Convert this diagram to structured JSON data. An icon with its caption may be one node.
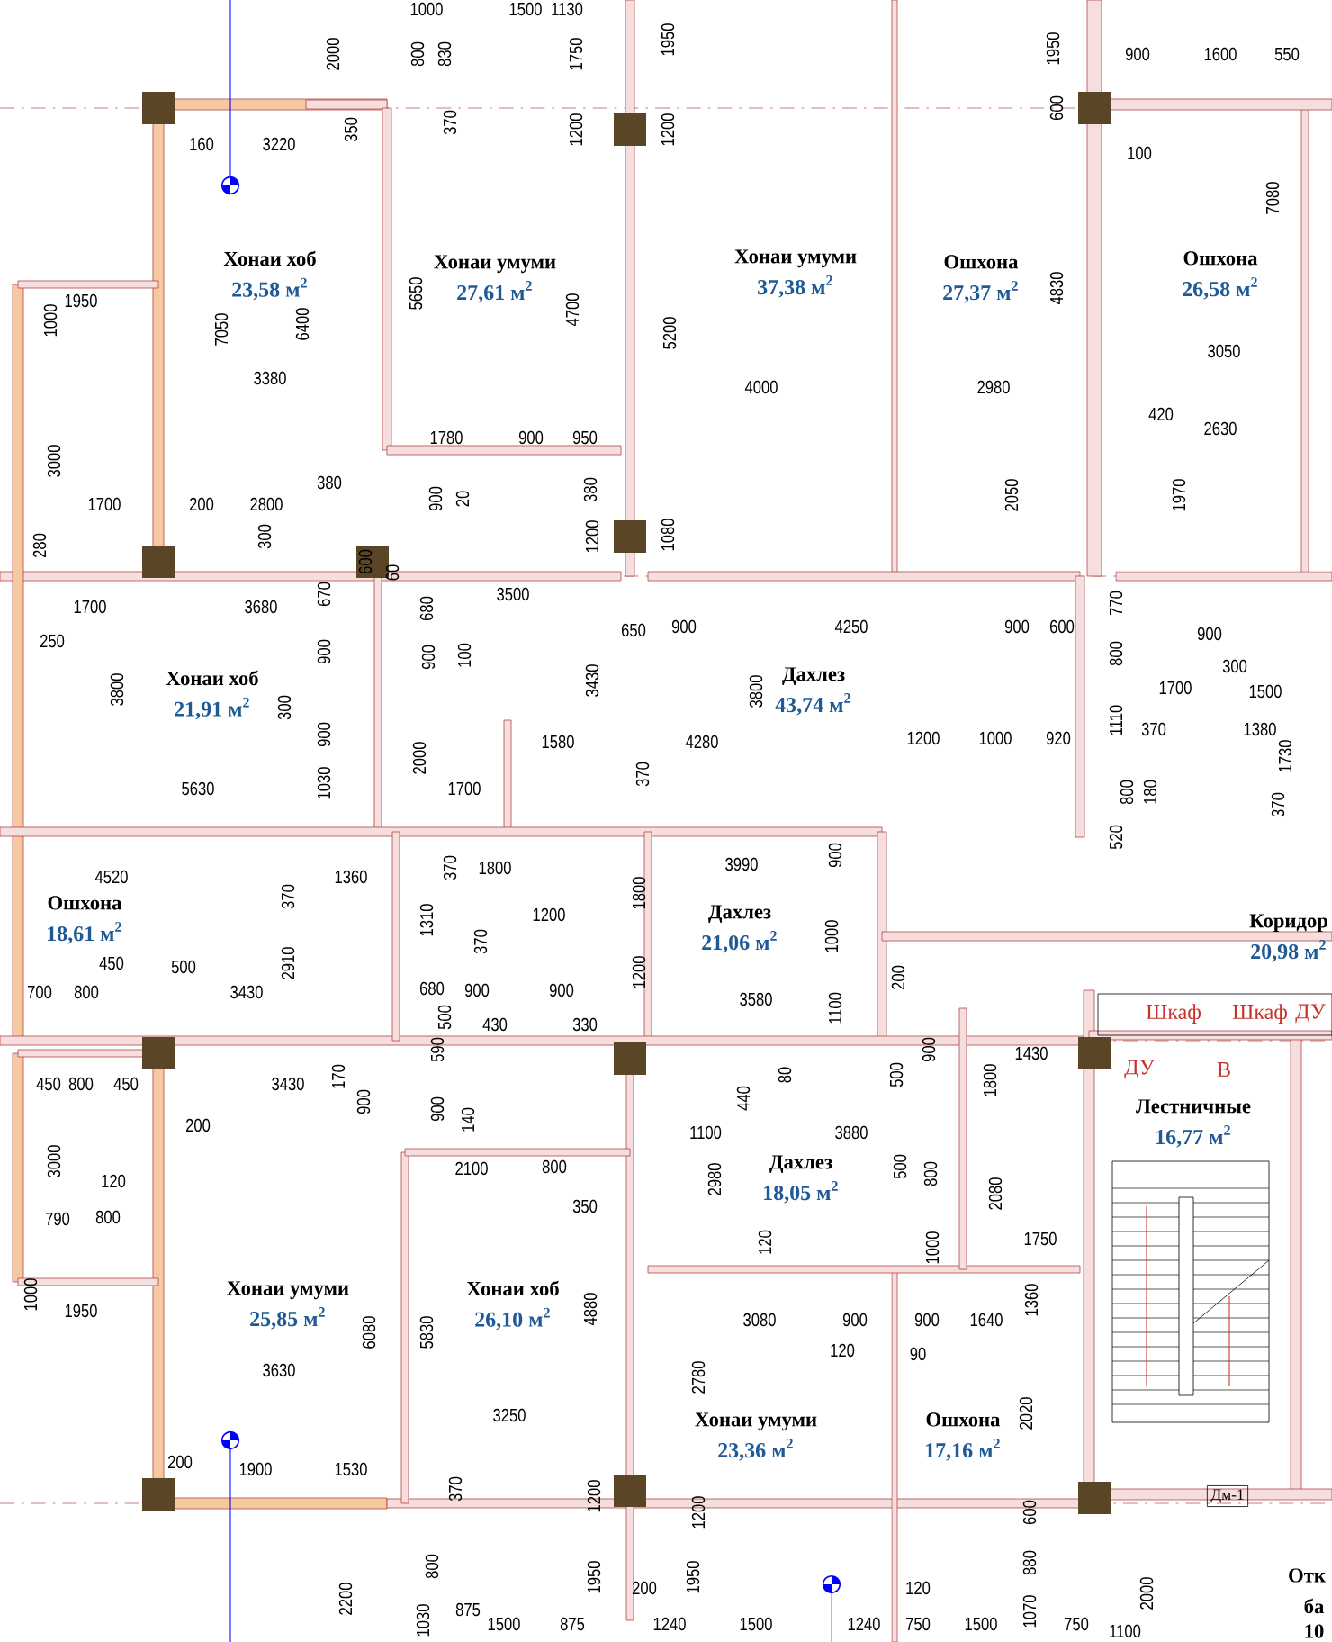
{
  "diagram": {
    "nodes": [
      {
        "text": [
          "Хонаи хоб",
          "23,58 м$^{2}$"
        ]
      },
      {
        "text": [
          "Хонаи умуми",
          "27,61 м$^{2}$"
        ]
      },
      {
        "text": [
          "Хонаи умуми",
          "37,38 м$^{2}$"
        ]
      },
      {
        "text": [
          "Ошхона",
          "27,37 м$^{2}$"
        ]
      },
      {
        "text": [
          "Ошхона",
          "26,58 м$^{2}$"
        ]
      },
      {
        "text": [
          "Хонаи хоб",
          "21,91 м$^{2}$"
        ]
      },
      {
        "text": [
          "Дахлез",
          "43,74 м$^{2}$"
        ]
      },
      {
        "text": [
          "Ошхона",
          "18,61 м$^{2}$"
        ]
      },
      {
        "text": [
          "Дахлез",
          "21,06 м$^{2}$"
        ]
      },
      {
        "text": [
          "Коридор",
          "20,98 м$^{2}$"
        ]
      },
      {
        "text": [
          "Лестничные",
          "16,77 м$^{2}$"
        ]
      },
      {
        "text": [
          "Дахлез",
          "18,05 м$^{2}$"
        ]
      },
      {
        "text": [
          "Хонаи умуми",
          "25,85 м$^{2}$"
        ]
      },
      {
        "text": [
          "Хонаи хоб",
          "26,10 м$^{2}$"
        ]
      },
      {
        "text": [
          "Хонаи умуми",
          "23,36 м$^{2}$"
        ]
      },
      {
        "text": [
          "Ошхона",
          "17,16 м$^{2}$"
        ]
      }
    ],
    "labels": [
      "1000",
      "1500",
      "1130",
      "2000",
      "800",
      "830",
      "1750",
      "1950",
      "1950",
      "900",
      "1600",
      "550",
      "160",
      "3220",
      "350",
      "370",
      "1200",
      "1200",
      "600",
      "100",
      "7080",
      "4830",
      "1000",
      "1950",
      "7050",
      "6400",
      "5650",
      "4700",
      "5200",
      "3050",
      "3380",
      "4000",
      "2980",
      "420",
      "2630",
      "1780",
      "900",
      "950",
      "3000",
      "380",
      "2050",
      "1970",
      "1700",
      "200",
      "2800",
      "900",
      "20",
      "380",
      "280",
      "300",
      "1200",
      "1080",
      "1700",
      "3680",
      "670",
      "600",
      "60",
      "680",
      "3500",
      "770",
      "250",
      "900",
      "900",
      "100",
      "650",
      "900",
      "4250",
      "900",
      "600",
      "800",
      "900",
      "300",
      "3800",
      "300",
      "3430",
      "3800",
      "1700",
      "1500",
      "900",
      "2000",
      "1580",
      "4280",
      "1200",
      "1000",
      "920",
      "1110",
      "370",
      "1380",
      "1730",
      "5630",
      "1030",
      "1700",
      "370",
      "800",
      "180",
      "370",
      "4520",
      "370",
      "1360",
      "370",
      "1800",
      "1800",
      "3990",
      "900",
      "520",
      "450",
      "500",
      "2910",
      "1310",
      "370",
      "1200",
      "1200",
      "1000",
      "200",
      "700",
      "800",
      "3430",
      "680",
      "500",
      "900",
      "430",
      "900",
      "330",
      "3580",
      "1100",
      "450",
      "800",
      "450",
      "3430",
      "170",
      "590",
      "440",
      "80",
      "500",
      "900",
      "1800",
      "1430",
      "200",
      "900",
      "900",
      "140",
      "1100",
      "3880",
      "3000",
      "120",
      "2100",
      "800",
      "350",
      "2980",
      "500",
      "800",
      "2080",
      "790",
      "800",
      "120",
      "1000",
      "1750",
      "1000",
      "1950",
      "4880",
      "3080",
      "900",
      "900",
      "1640",
      "1360",
      "3630",
      "6080",
      "5830",
      "2780",
      "120",
      "90",
      "3250",
      "2020",
      "200",
      "1900",
      "1530",
      "370",
      "1200",
      "1200",
      "600",
      "2200",
      "800",
      "1950",
      "200",
      "1950",
      "120",
      "880",
      "2000",
      "1030",
      "875",
      "1500",
      "875",
      "1240",
      "1500",
      "1240",
      "750",
      "1500",
      "1070",
      "750",
      "1100",
      "Шкаф",
      "Шкаф",
      "ДУ",
      "ДУ",
      "В",
      "Дм-1",
      "Отк",
      "ба",
      "10"
    ]
  }
}
